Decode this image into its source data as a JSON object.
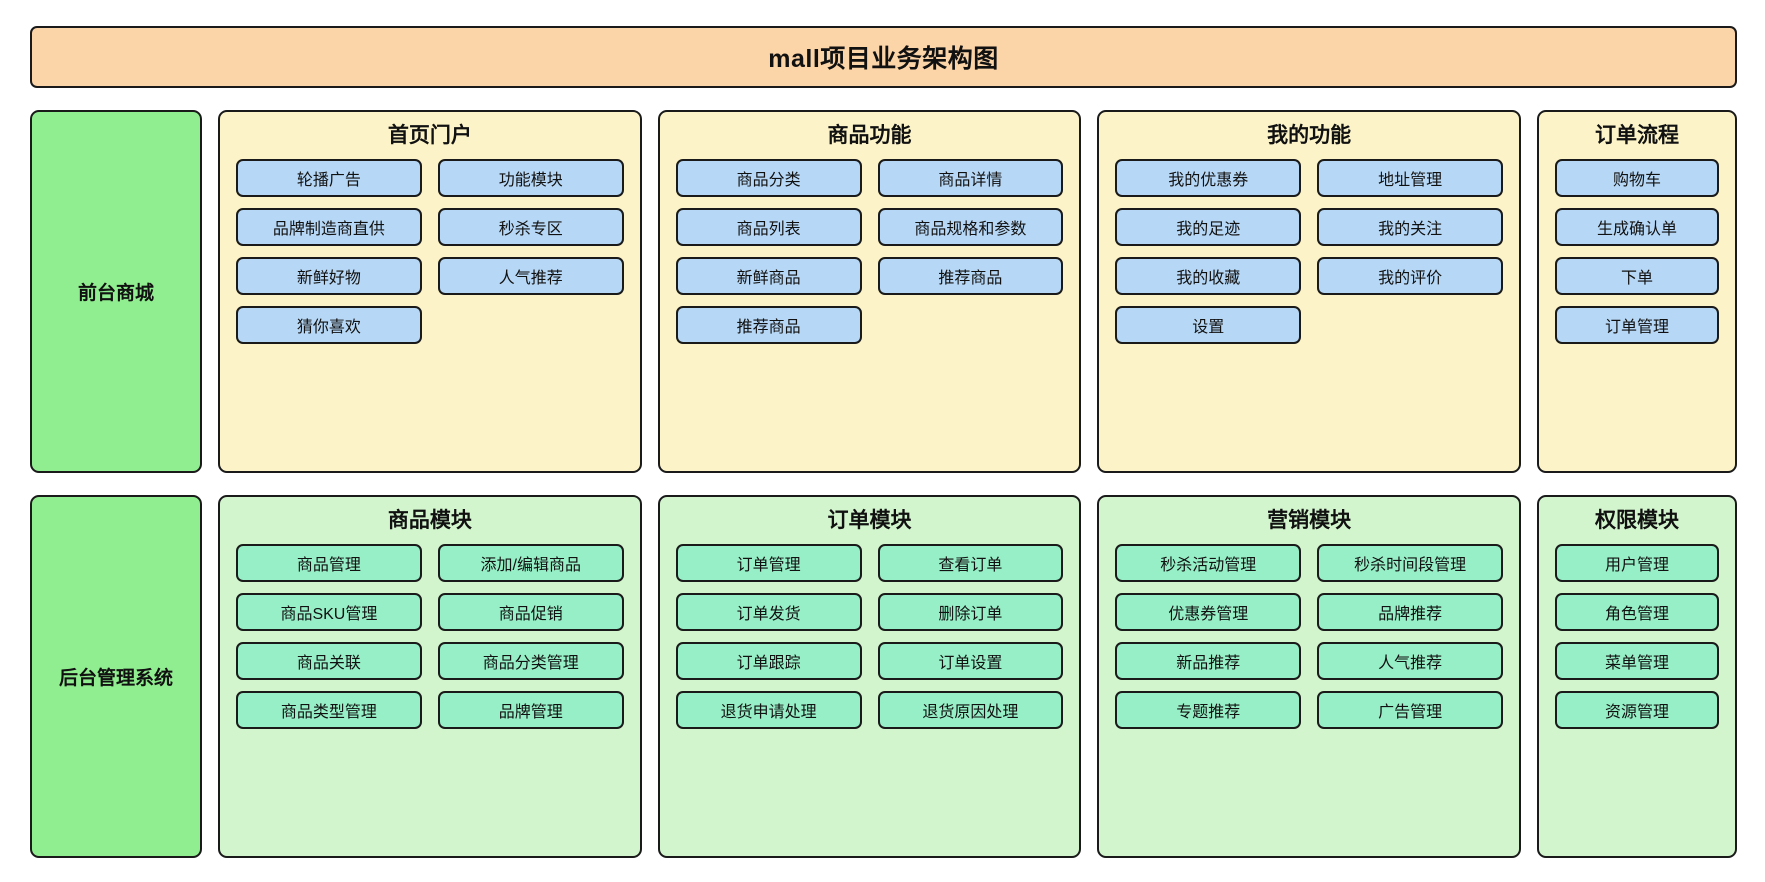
{
  "header": {
    "title": "mall项目业务架构图",
    "background": "#fbd4a8"
  },
  "tiers": [
    {
      "label": "前台商城",
      "label_color": "#90ee90",
      "panel_color": "#fcf4c8",
      "item_color": "#b6d7f5",
      "groups": [
        {
          "title": "首页门户",
          "columns": 2,
          "items": [
            "轮播广告",
            "功能模块",
            "品牌制造商直供",
            "秒杀专区",
            "新鲜好物",
            "人气推荐",
            "猜你喜欢"
          ]
        },
        {
          "title": "商品功能",
          "columns": 2,
          "items": [
            "商品分类",
            "商品详情",
            "商品列表",
            "商品规格和参数",
            "新鲜商品",
            "推荐商品",
            "推荐商品"
          ]
        },
        {
          "title": "我的功能",
          "columns": 2,
          "items": [
            "我的优惠券",
            "地址管理",
            "我的足迹",
            "我的关注",
            "我的收藏",
            "我的评价",
            "设置"
          ]
        },
        {
          "title": "订单流程",
          "columns": 1,
          "items": [
            "购物车",
            "生成确认单",
            "下单",
            "订单管理"
          ]
        }
      ]
    },
    {
      "label": "后台管理系统",
      "label_color": "#90ee90",
      "panel_color": "#d2f5cd",
      "item_color": "#96efc6",
      "groups": [
        {
          "title": "商品模块",
          "columns": 2,
          "items": [
            "商品管理",
            "添加/编辑商品",
            "商品SKU管理",
            "商品促销",
            "商品关联",
            "商品分类管理",
            "商品类型管理",
            "品牌管理"
          ]
        },
        {
          "title": "订单模块",
          "columns": 2,
          "items": [
            "订单管理",
            "查看订单",
            "订单发货",
            "删除订单",
            "订单跟踪",
            "订单设置",
            "退货申请处理",
            "退货原因处理"
          ]
        },
        {
          "title": "营销模块",
          "columns": 2,
          "items": [
            "秒杀活动管理",
            "秒杀时间段管理",
            "优惠券管理",
            "品牌推荐",
            "新品推荐",
            "人气推荐",
            "专题推荐",
            "广告管理"
          ]
        },
        {
          "title": "权限模块",
          "columns": 1,
          "items": [
            "用户管理",
            "角色管理",
            "菜单管理",
            "资源管理"
          ]
        }
      ]
    }
  ]
}
